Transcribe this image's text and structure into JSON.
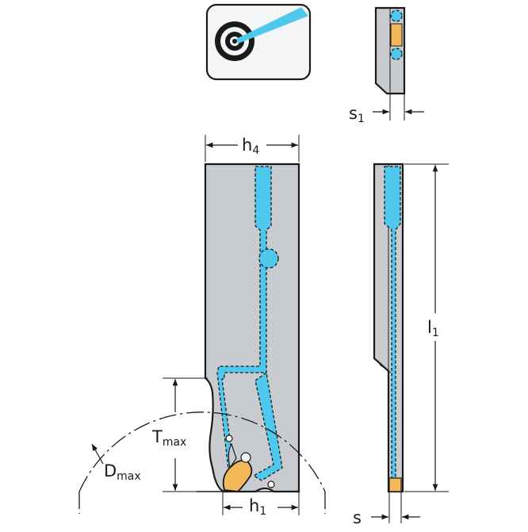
{
  "diagram": {
    "labels": {
      "h4": {
        "main": "h",
        "sub": "4"
      },
      "s1": {
        "main": "s",
        "sub": "1"
      },
      "l1": {
        "main": "l",
        "sub": "1"
      },
      "tmax": {
        "main": "T",
        "sub": "max"
      },
      "dmax": {
        "main": "D",
        "sub": "max"
      },
      "h1": {
        "main": "h",
        "sub": "1"
      },
      "s": {
        "main": "s"
      }
    },
    "colors": {
      "body": "#c8ccd0",
      "coolant": "#4fc8ee",
      "insert": "#f2b85a",
      "outline": "#1a1a1a",
      "badge_bg": "#f4f5f6"
    },
    "icons": {
      "badge": "coolant-target-icon"
    }
  }
}
